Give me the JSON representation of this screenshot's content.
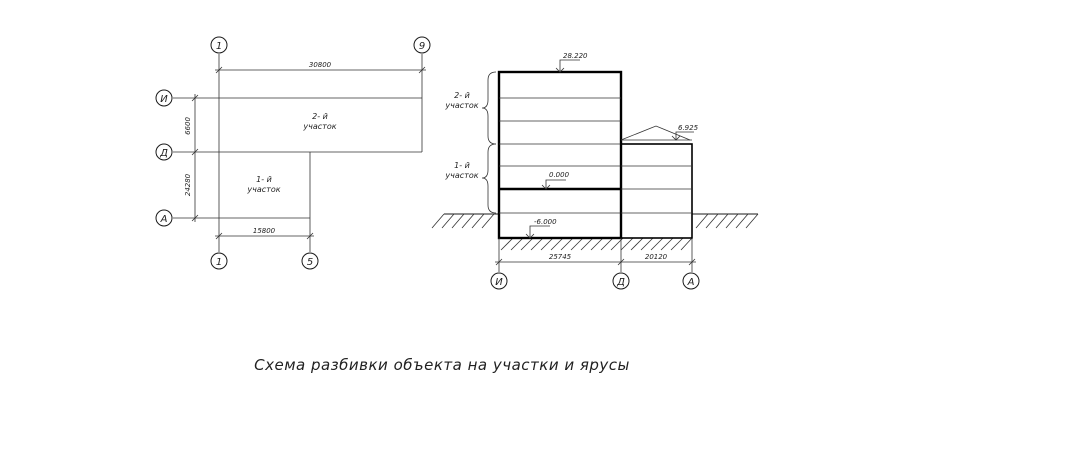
{
  "plan": {
    "axes": {
      "top_left": "1",
      "top_right": "9",
      "bottom_left": "1",
      "bottom_right": "5",
      "row_i": "И",
      "row_d": "Д",
      "row_a": "А"
    },
    "dims": {
      "top": "30800",
      "bottom": "15800",
      "side_upper": "6600",
      "side_lower": "24280"
    },
    "zone2": [
      "2- й",
      "участок"
    ],
    "zone1": [
      "1- й",
      "участок"
    ]
  },
  "section": {
    "levels": {
      "top": "28.220",
      "right": "6.925",
      "mid": "0.000",
      "bottom": "-6.000"
    },
    "zone2": [
      "2- й",
      "участок"
    ],
    "zone1": [
      "1- й",
      "участок"
    ],
    "dims": {
      "left": "25745",
      "right": "20120"
    },
    "axes": {
      "left": "И",
      "mid": "Д",
      "right": "А"
    }
  },
  "title": "Схема разбивки объекта на участки и ярусы"
}
